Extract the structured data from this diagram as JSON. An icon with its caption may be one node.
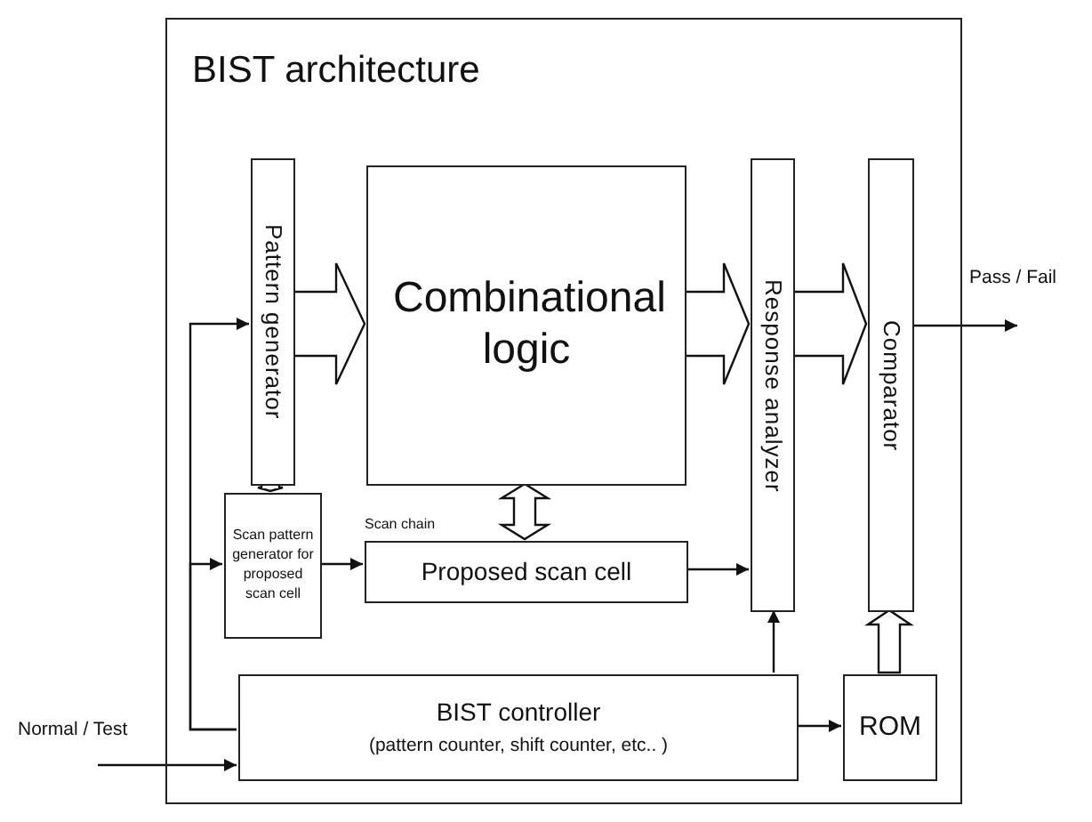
{
  "diagram": {
    "nodes": [
      {
        "text": [
          "BIST architecture"
        ]
      },
      {
        "text": [
          "Pattern generator"
        ],
        "in": 0
      },
      {
        "text": [
          "Combinational logic"
        ],
        "in": 0
      },
      {
        "text": [
          "Response analyzer"
        ],
        "in": 0
      },
      {
        "text": [
          "Comparator"
        ],
        "in": 0
      },
      {
        "text": [
          "Scan pattern generator for proposed scan cell"
        ],
        "in": 0
      },
      {
        "text": [
          "Proposed scan cell"
        ],
        "in": 0
      },
      {
        "text": [
          "BIST controller",
          "(pattern counter, shift counter, etc.. )"
        ],
        "in": 0
      },
      {
        "text": [
          "ROM"
        ],
        "in": 0
      }
    ],
    "edges": [
      {
        "from": 1,
        "to": 2,
        "arrow": "to",
        "style": "thick"
      },
      {
        "from": 2,
        "to": 3,
        "arrow": "to",
        "style": "thick"
      },
      {
        "from": 3,
        "to": 4,
        "arrow": "to",
        "style": "thick"
      },
      {
        "from": 1,
        "to": 5,
        "arrow": "to",
        "style": "thick"
      },
      {
        "from": 2,
        "to": 6,
        "arrow": "both",
        "style": "thick"
      },
      {
        "from": 7,
        "to": 1,
        "arrow": "to"
      },
      {
        "from": 7,
        "to": 5,
        "arrow": "to"
      },
      {
        "from": 5,
        "to": 6,
        "arrow": "to"
      },
      {
        "from": 6,
        "to": 3,
        "arrow": "to"
      },
      {
        "from": 7,
        "to": 3,
        "arrow": "to"
      },
      {
        "from": 7,
        "to": 8,
        "arrow": "to"
      },
      {
        "from": 8,
        "to": 4,
        "arrow": "to",
        "style": "thick"
      },
      {
        "from": 4,
        "to": null,
        "arrow": "to"
      },
      {
        "from": null,
        "to": 7,
        "arrow": "to"
      }
    ],
    "labels": [
      "Pass / Fail",
      "Scan chain",
      "Normal / Test"
    ]
  }
}
